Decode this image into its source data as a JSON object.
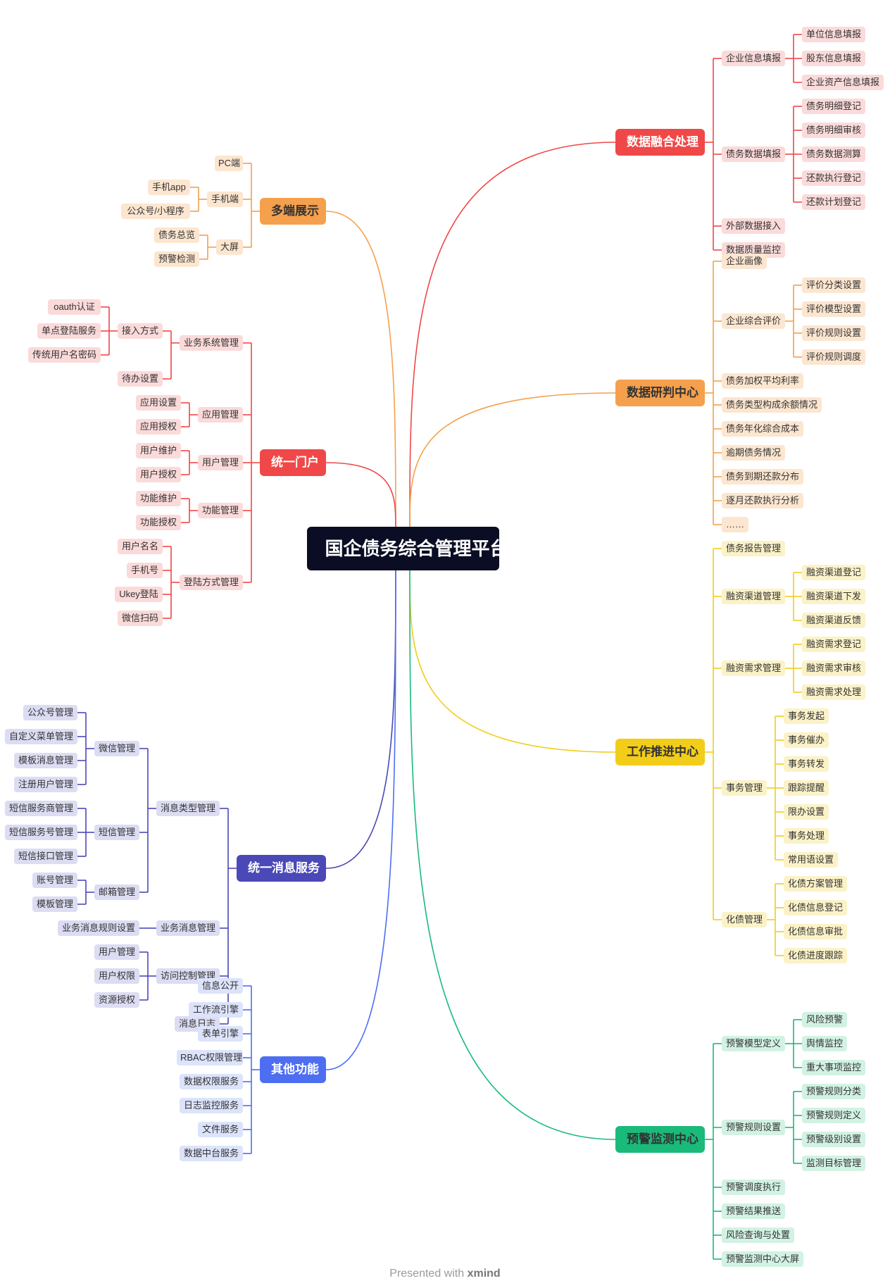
{
  "root": {
    "label": "国企债务综合管理平台"
  },
  "colors": {
    "orange": "#f5a04c",
    "red": "#f04848",
    "indigo": "#4b49b8",
    "blue": "#4e6ef2",
    "yellow": "#f2cd1a",
    "green": "#1aba7a",
    "root": "#0b0d24"
  },
  "branches": {
    "duoduan": {
      "label": "多端展示",
      "children": [
        {
          "label": "PC端"
        },
        {
          "label": "手机端",
          "children": [
            {
              "label": "手机app"
            },
            {
              "label": "公众号/小程序"
            }
          ]
        },
        {
          "label": "大屏",
          "children": [
            {
              "label": "债务总览"
            },
            {
              "label": "预警检测"
            }
          ]
        }
      ]
    },
    "menhu": {
      "label": "统一门户",
      "children": [
        {
          "label": "业务系统管理",
          "children": [
            {
              "label": "接入方式",
              "children": [
                {
                  "label": "oauth认证"
                },
                {
                  "label": "单点登陆服务"
                },
                {
                  "label": "传统用户名密码"
                }
              ]
            },
            {
              "label": "待办设置"
            }
          ]
        },
        {
          "label": "应用管理",
          "children": [
            {
              "label": "应用设置"
            },
            {
              "label": "应用授权"
            }
          ]
        },
        {
          "label": "用户管理",
          "children": [
            {
              "label": "用户维护"
            },
            {
              "label": "用户授权"
            }
          ]
        },
        {
          "label": "功能管理",
          "children": [
            {
              "label": "功能维护"
            },
            {
              "label": "功能授权"
            }
          ]
        },
        {
          "label": "登陆方式管理",
          "children": [
            {
              "label": "用户名名"
            },
            {
              "label": "手机号"
            },
            {
              "label": "Ukey登陆"
            },
            {
              "label": "微信扫码"
            }
          ]
        }
      ]
    },
    "xiaoxi": {
      "label": "统一消息服务",
      "children": [
        {
          "label": "消息类型管理",
          "children": [
            {
              "label": "微信管理",
              "children": [
                {
                  "label": "公众号管理"
                },
                {
                  "label": "自定义菜单管理"
                },
                {
                  "label": "模板消息管理"
                },
                {
                  "label": "注册用户管理"
                }
              ]
            },
            {
              "label": "短信管理",
              "children": [
                {
                  "label": "短信服务商管理"
                },
                {
                  "label": "短信服务号管理"
                },
                {
                  "label": "短信接口管理"
                }
              ]
            },
            {
              "label": "邮箱管理",
              "children": [
                {
                  "label": "账号管理"
                },
                {
                  "label": "模板管理"
                }
              ]
            }
          ]
        },
        {
          "label": "业务消息管理",
          "children": [
            {
              "label": "业务消息规则设置"
            }
          ]
        },
        {
          "label": "访问控制管理",
          "children": [
            {
              "label": "用户管理"
            },
            {
              "label": "用户权限"
            },
            {
              "label": "资源授权"
            }
          ]
        },
        {
          "label": "消息日志"
        }
      ]
    },
    "qita": {
      "label": "其他功能",
      "children": [
        {
          "label": "信息公开"
        },
        {
          "label": "工作流引擎"
        },
        {
          "label": "表单引擎"
        },
        {
          "label": "RBAC权限管理"
        },
        {
          "label": "数据权限服务"
        },
        {
          "label": "日志监控服务"
        },
        {
          "label": "文件服务"
        },
        {
          "label": "数据中台服务"
        }
      ]
    },
    "ronghe": {
      "label": "数据融合处理",
      "children": [
        {
          "label": "企业信息填报",
          "children": [
            {
              "label": "单位信息填报"
            },
            {
              "label": "股东信息填报"
            },
            {
              "label": "企业资产信息填报"
            }
          ]
        },
        {
          "label": "债务数据填报",
          "children": [
            {
              "label": "债务明细登记"
            },
            {
              "label": "债务明细审核"
            },
            {
              "label": "债务数据测算"
            },
            {
              "label": "还款执行登记"
            },
            {
              "label": "还款计划登记"
            }
          ]
        },
        {
          "label": "外部数据接入"
        },
        {
          "label": "数据质量监控"
        }
      ]
    },
    "yanpan": {
      "label": "数据研判中心",
      "children": [
        {
          "label": "企业画像"
        },
        {
          "label": "企业综合评价",
          "children": [
            {
              "label": "评价分类设置"
            },
            {
              "label": "评价模型设置"
            },
            {
              "label": "评价规则设置"
            },
            {
              "label": "评价规则调度"
            }
          ]
        },
        {
          "label": "债务加权平均利率"
        },
        {
          "label": "债务类型构成余额情况"
        },
        {
          "label": "债务年化综合成本"
        },
        {
          "label": "逾期债务情况"
        },
        {
          "label": "债务到期还款分布"
        },
        {
          "label": "逐月还款执行分析"
        },
        {
          "label": "……"
        }
      ]
    },
    "tuijin": {
      "label": "工作推进中心",
      "children": [
        {
          "label": "债务报告管理"
        },
        {
          "label": "融资渠道管理",
          "children": [
            {
              "label": "融资渠道登记"
            },
            {
              "label": "融资渠道下发"
            },
            {
              "label": "融资渠道反馈"
            }
          ]
        },
        {
          "label": "融资需求管理",
          "children": [
            {
              "label": "融资需求登记"
            },
            {
              "label": "融资需求审核"
            },
            {
              "label": "融资需求处理"
            }
          ]
        },
        {
          "label": "事务管理",
          "children": [
            {
              "label": "事务发起"
            },
            {
              "label": "事务催办"
            },
            {
              "label": "事务转发"
            },
            {
              "label": "跟踪提醒"
            },
            {
              "label": "限办设置"
            },
            {
              "label": "事务处理"
            },
            {
              "label": "常用语设置"
            }
          ]
        },
        {
          "label": "化债管理",
          "children": [
            {
              "label": "化债方案管理"
            },
            {
              "label": "化债信息登记"
            },
            {
              "label": "化债信息审批"
            },
            {
              "label": "化债进度跟踪"
            }
          ]
        }
      ]
    },
    "yujing": {
      "label": "预警监测中心",
      "children": [
        {
          "label": "预警模型定义",
          "children": [
            {
              "label": "风险预警"
            },
            {
              "label": "舆情监控"
            },
            {
              "label": "重大事项监控"
            }
          ]
        },
        {
          "label": "预警规则设置",
          "children": [
            {
              "label": "预警规则分类"
            },
            {
              "label": "预警规则定义"
            },
            {
              "label": "预警级别设置"
            },
            {
              "label": "监测目标管理"
            }
          ]
        },
        {
          "label": "预警调度执行"
        },
        {
          "label": "预警结果推送"
        },
        {
          "label": "风险查询与处置"
        },
        {
          "label": "预警监测中心大屏"
        }
      ]
    }
  },
  "footer": {
    "prefix": "Presented with",
    "brand": "xmind"
  }
}
